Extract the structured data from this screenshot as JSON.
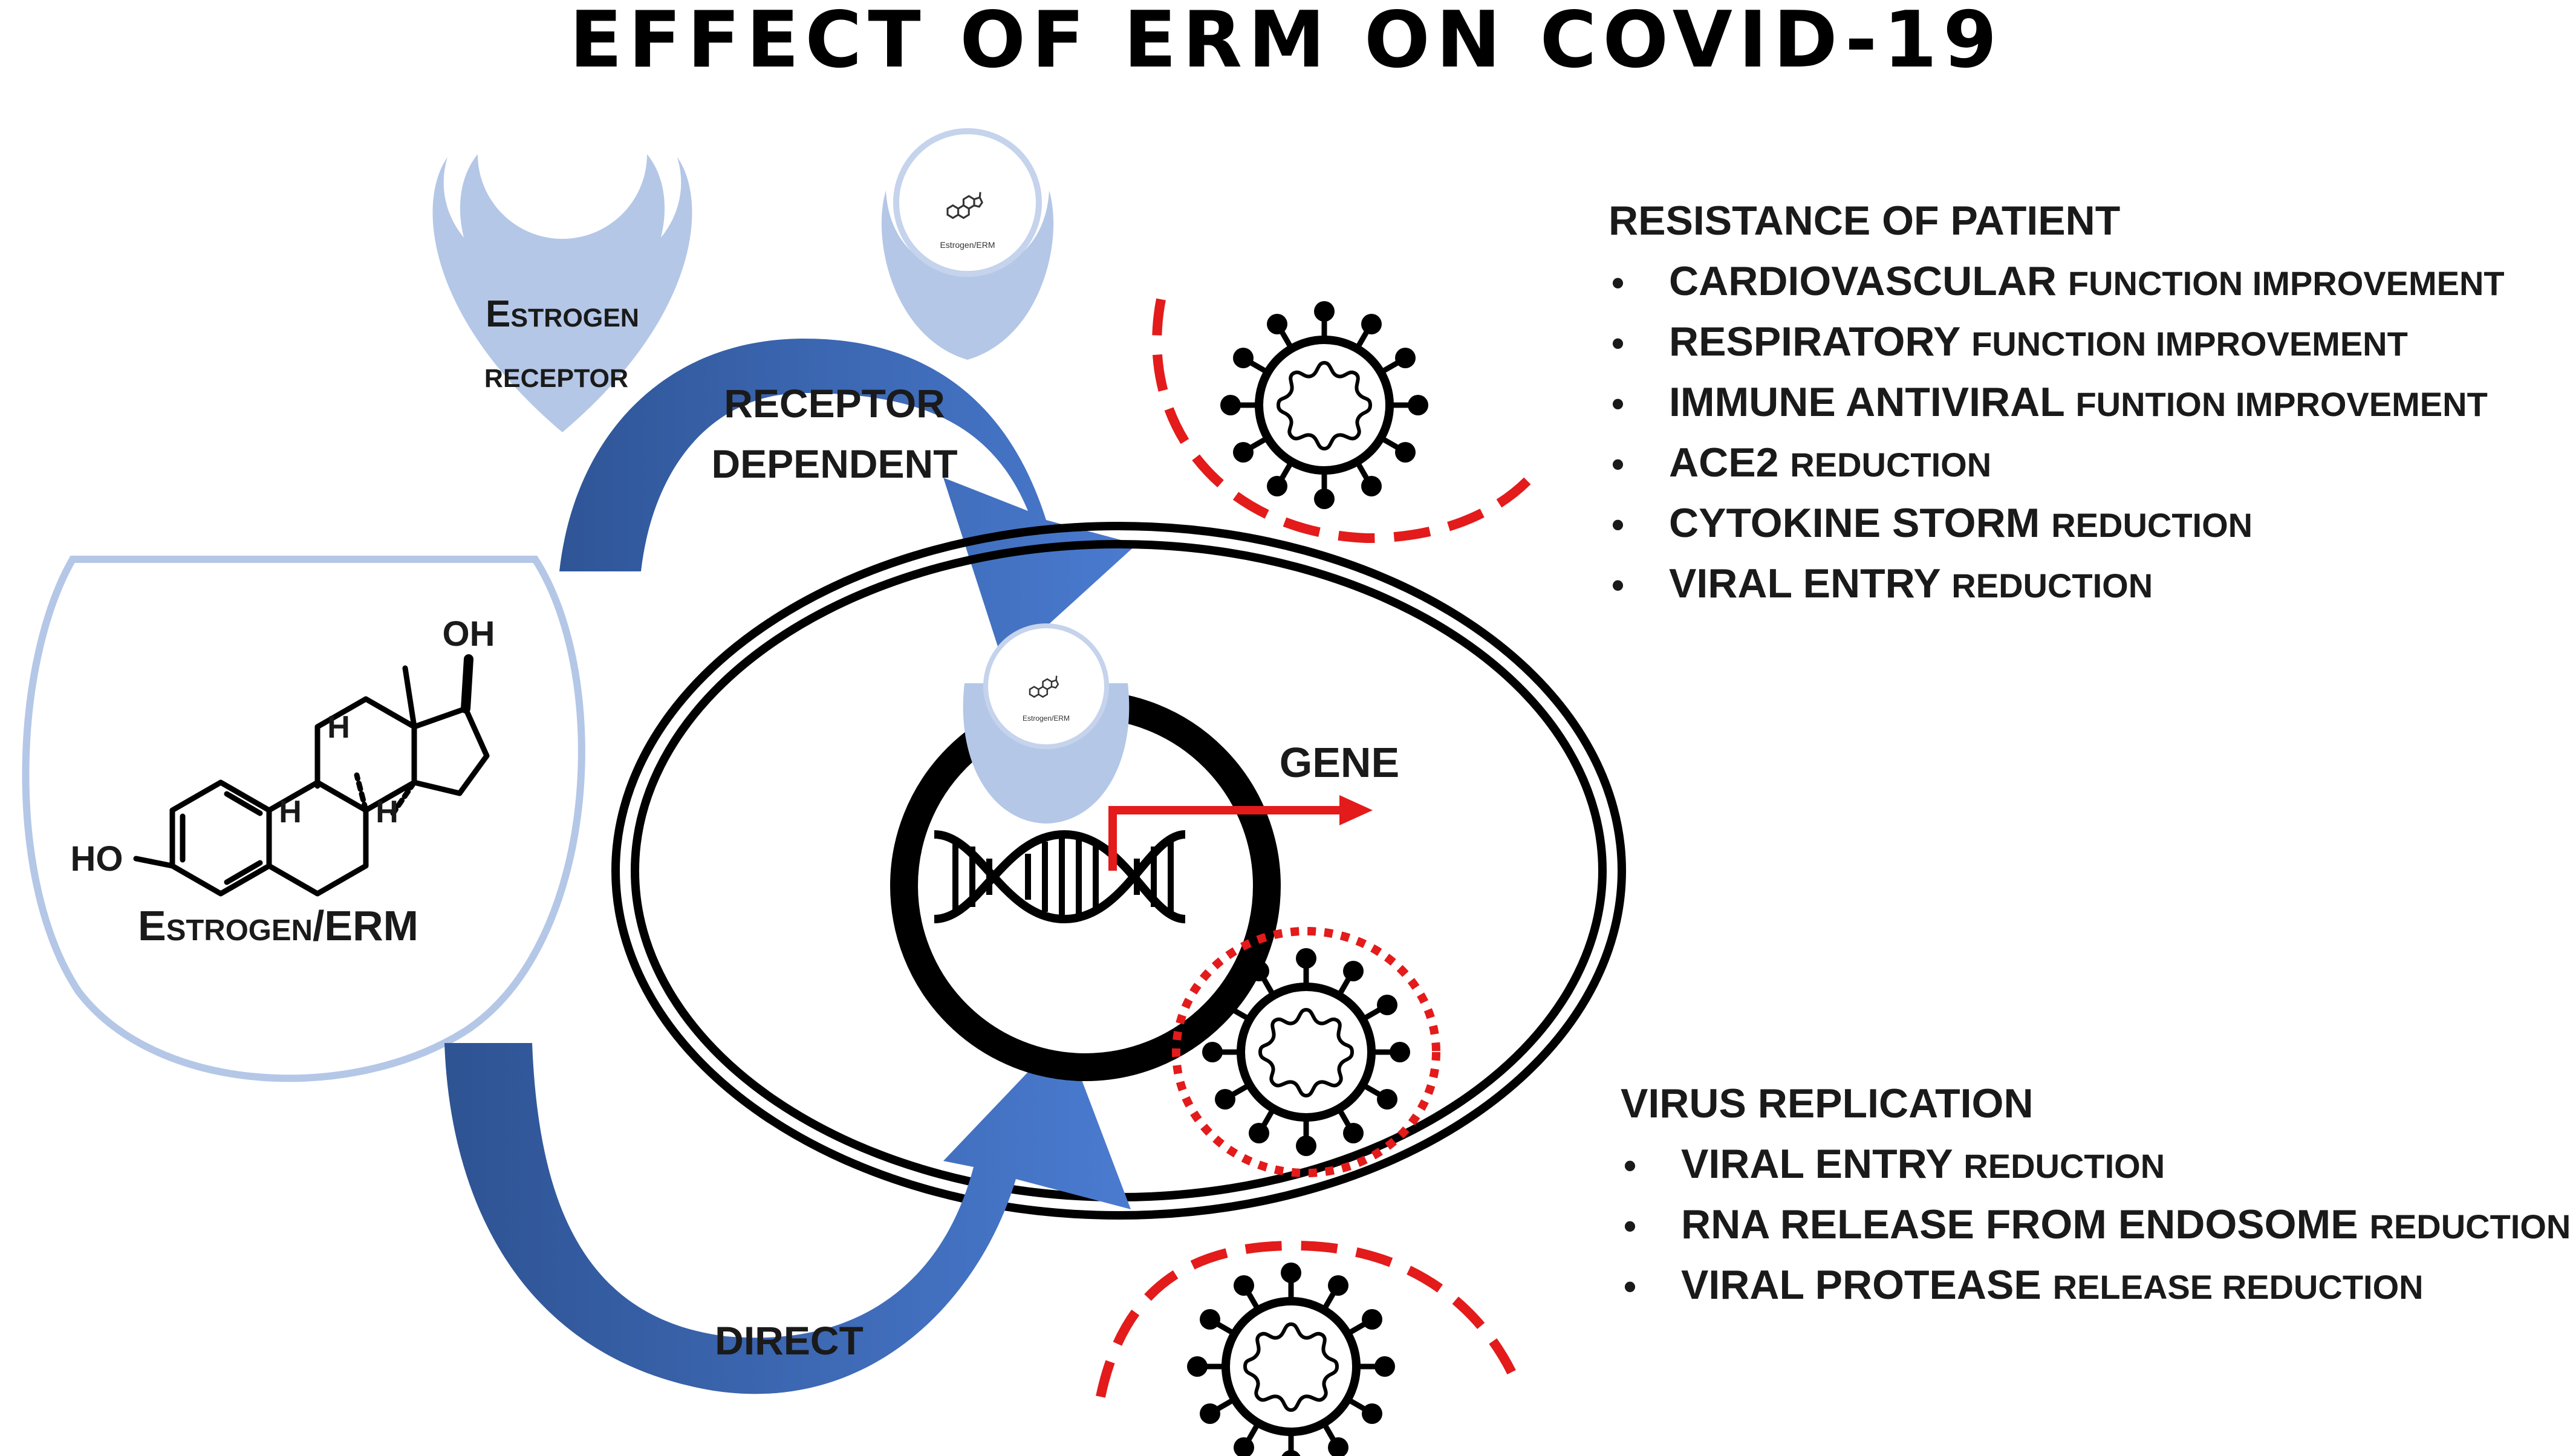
{
  "title": "EFFECT OF ERM ON COVID-19",
  "receptor": {
    "line1": "Estrogen",
    "line2": "receptor"
  },
  "molecule": {
    "oh_top": "OH",
    "ho_left": "HO",
    "h1": "H",
    "h2": "H",
    "h3": "H",
    "caption": "Estrogen/ERM",
    "mini_caption": "Estrogen/ERM"
  },
  "pathways": {
    "receptor_dependent_1": "RECEPTOR",
    "receptor_dependent_2": "DEPENDENT",
    "direct": "DIRECT"
  },
  "gene_label": "GENE",
  "resistance": {
    "heading": "RESISTANCE OF PATIENT",
    "items": [
      {
        "strong": "CARDIOVASCULAR",
        "rest": "function improvement"
      },
      {
        "strong": "RESPIRATORY",
        "rest": "function improvement"
      },
      {
        "strong": "IMMUNE ANTIVIRAL",
        "rest": "funtion improvement"
      },
      {
        "strong": "ACE2",
        "rest": "reduction"
      },
      {
        "strong": "CYTOKINE STORM",
        "rest": "reduction"
      },
      {
        "strong": "VIRAL ENTRY",
        "rest": "reduction"
      }
    ]
  },
  "replication": {
    "heading": "VIRUS REPLICATION",
    "items": [
      {
        "strong": "VIRAL ENTRY",
        "rest": "reduction"
      },
      {
        "strong": "RNA RELEASE FROM ENDOSOME",
        "rest": "reduction"
      },
      {
        "strong": "VIRAL PROTEASE",
        "rest": "release reduction"
      }
    ]
  },
  "colors": {
    "receptor_fill": "#b4c7e7",
    "receptor_stroke": "#8fa9d6",
    "arrow_blue": "#4472c4",
    "arrow_dark": "#2f5597",
    "red": "#e31b1b",
    "black": "#000000"
  },
  "bullet": "•"
}
